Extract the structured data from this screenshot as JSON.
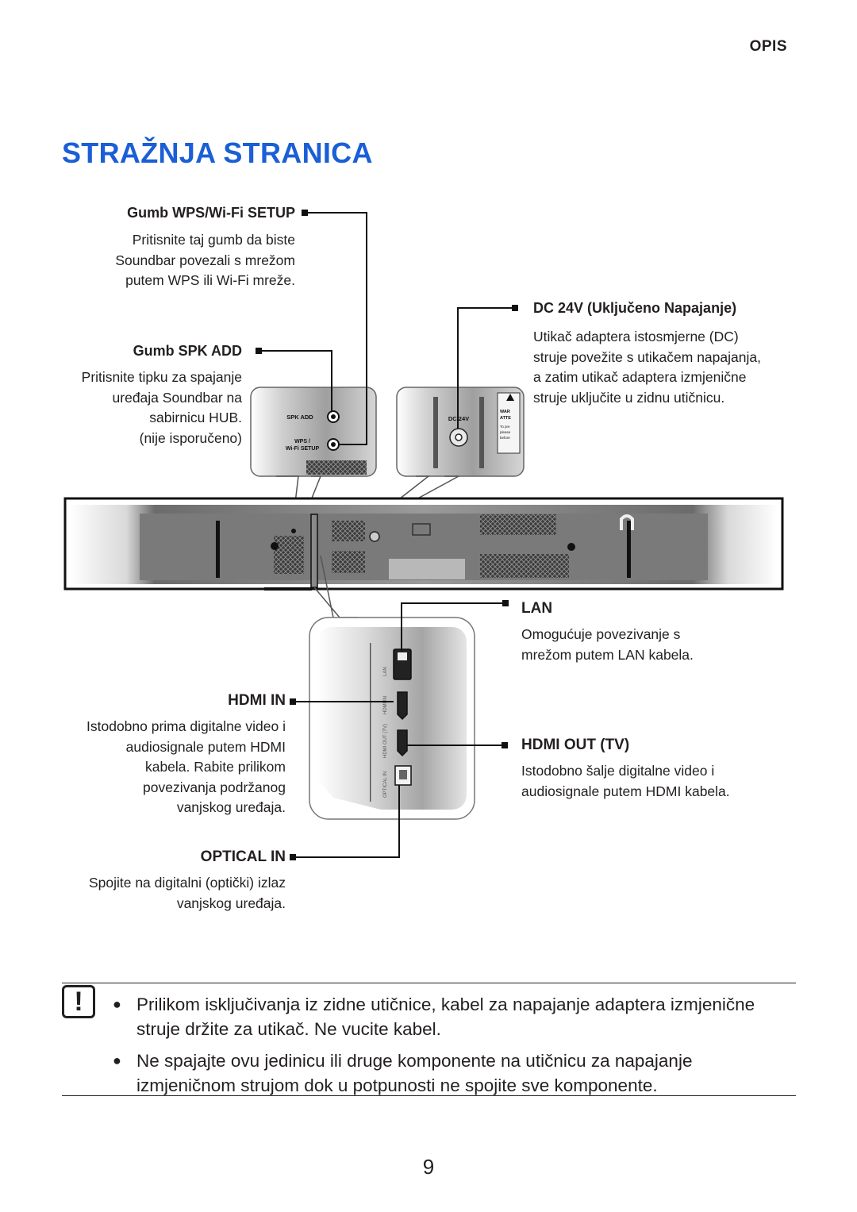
{
  "header": {
    "section": "OPIS",
    "title": "STRAŽNJA STRANICA"
  },
  "callouts": {
    "wps": {
      "label": "Gumb WPS/Wi-Fi SETUP",
      "lines": [
        "Pritisnite taj gumb da biste",
        "Soundbar povezali s mrežom",
        "putem WPS ili Wi-Fi mreže."
      ]
    },
    "spk": {
      "label": "Gumb SPK ADD",
      "lines": [
        "Pritisnite tipku za spajanje",
        "uređaja Soundbar na",
        "sabirnicu HUB.",
        "(nije isporučeno)"
      ]
    },
    "dc": {
      "label": "DC 24V (Uključeno Napajanje)",
      "lines": [
        "Utikač adaptera istosmjerne (DC)",
        "struje povežite s utikačem napajanja,",
        "a zatim utikač adaptera izmjenične",
        "struje uključite u zidnu utičnicu."
      ]
    },
    "lan": {
      "label": "LAN",
      "lines": [
        "Omogućuje povezivanje s",
        "mrežom putem LAN kabela."
      ]
    },
    "hdmi_in": {
      "label": "HDMI IN",
      "lines": [
        "Istodobno prima digitalne video i",
        "audiosignale putem HDMI",
        "kabela. Rabite prilikom",
        "povezivanja podržanog",
        "vanjskog uređaja."
      ]
    },
    "hdmi_out": {
      "label": "HDMI OUT (TV)",
      "lines": [
        "Istodobno šalje digitalne video i",
        "audiosignale putem HDMI kabela."
      ]
    },
    "optical": {
      "label": "OPTICAL IN",
      "lines": [
        "Spojite na digitalni (optički) izlaz",
        "vanjskog uređaja."
      ]
    }
  },
  "device_labels": {
    "spk_add": "SPK ADD",
    "wps_1": "WPS /",
    "wps_2": "Wi-Fi SETUP",
    "dc24v": "DC 24V",
    "warn_1": "WAR",
    "warn_2": "ATTE",
    "warn_3": "To pre",
    "warn_4": "please",
    "warn_5": "before",
    "port_lan": "LAN",
    "port_hdmi_in": "HDMI IN",
    "port_hdmi_out": "HDMI OUT (TV)",
    "port_optical": "OPTICAL IN"
  },
  "notes": {
    "icon": "!",
    "bullet": "●",
    "items": [
      {
        "lines": [
          "Prilikom isključivanja iz zidne utičnice, kabel za napajanje adaptera izmjenične",
          "struje držite za utikač. Ne vucite kabel."
        ]
      },
      {
        "lines": [
          "Ne spajajte ovu jedinicu ili druge komponente na utičnicu za napajanje",
          "izmjeničnom strujom dok u potpunosti ne spojite sve komponente."
        ]
      }
    ]
  },
  "page_number": "9",
  "icons": {
    "note": "caution-icon",
    "marker": "square-marker-icon"
  }
}
